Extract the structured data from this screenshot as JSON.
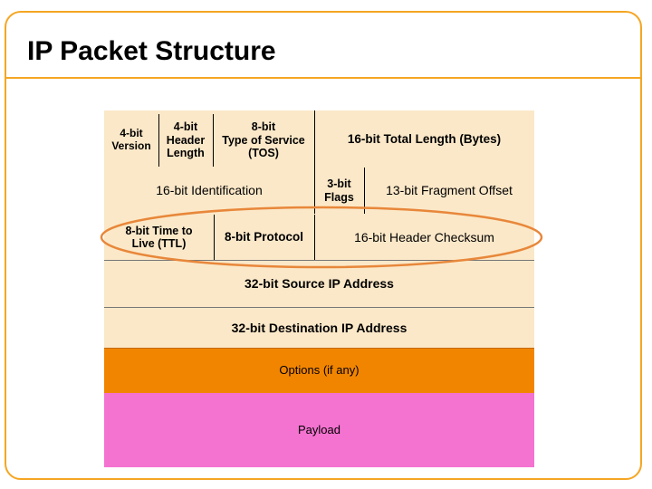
{
  "title": "IP Packet Structure",
  "colors": {
    "frame": "#f5a623",
    "header_fill": "#fbe8c8",
    "options_fill": "#f28500",
    "payload_fill": "#f472d0",
    "highlight_ellipse": "#e8873a"
  },
  "fields": {
    "version": {
      "line1": "4-bit",
      "line2": "Version"
    },
    "header_length": {
      "line1": "4-bit",
      "line2": "Header",
      "line3": "Length"
    },
    "tos": {
      "line1": "8-bit",
      "line2": "Type of Service",
      "line3": "(TOS)"
    },
    "total_length": "16-bit Total Length (Bytes)",
    "identification": "16-bit Identification",
    "flags": {
      "line1": "3-bit",
      "line2": "Flags"
    },
    "fragment_offset": "13-bit Fragment Offset",
    "ttl": {
      "line1": "8-bit Time to",
      "line2": "Live (TTL)"
    },
    "protocol": "8-bit Protocol",
    "checksum": "16-bit Header Checksum",
    "source_ip": "32-bit Source IP Address",
    "dest_ip": "32-bit Destination IP Address",
    "options": "Options (if any)",
    "payload": "Payload"
  }
}
